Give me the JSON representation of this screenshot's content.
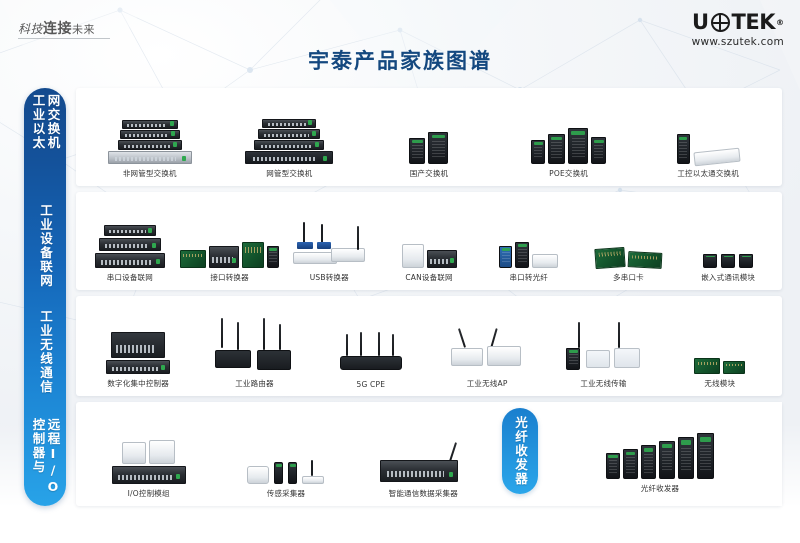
{
  "header": {
    "slogan_thin": "科技",
    "slogan_bold": "连接",
    "slogan_tail": "未来",
    "title": "宇泰产品家族图谱",
    "brand_left": "U",
    "brand_right": "TEK",
    "brand_reg": "®",
    "brand_url": "www.szutek.com",
    "globe_icon": "globe-icon"
  },
  "colors": {
    "brand_blue": "#14487f",
    "rail_top": "#134a8e",
    "rail_bottom": "#28a3e8",
    "panel_bg": "#ffffff",
    "page_bg": "#f2f4f7",
    "label_text": "#333333"
  },
  "categories": [
    {
      "id": "industrial-ethernet-switch",
      "col_right": "网交换机",
      "col_left": "工业以太"
    },
    {
      "id": "industrial-device-networking",
      "col_right": "工业设备联网",
      "col_left": ""
    },
    {
      "id": "industrial-wireless-comm",
      "col_right": "工业无线通信",
      "col_left": ""
    },
    {
      "id": "remote-io-controller",
      "col_right": "远程I/O",
      "col_left": "控制器与"
    }
  ],
  "fiber_section": {
    "id": "fiber-transceiver",
    "rail_label": "光纤收发器",
    "product_label": "光纤收发器"
  },
  "rows": [
    {
      "id": "row-switches",
      "items": [
        {
          "label": "非网管型交换机",
          "art": "rack-switch-stack"
        },
        {
          "label": "网管型交换机",
          "art": "rack-switch-stack2"
        },
        {
          "label": "国产交换机",
          "art": "din-switch-pair"
        },
        {
          "label": "POE交换机",
          "art": "din-poe-group"
        },
        {
          "label": "工控以太通交换机",
          "art": "slim-switch-pair"
        }
      ]
    },
    {
      "id": "row-device-networking",
      "items": [
        {
          "label": "串口设备联网",
          "art": "serial-server-stack"
        },
        {
          "label": "接口转换器",
          "art": "converter-board-group"
        },
        {
          "label": "USB转换器",
          "art": "usb-converter-group"
        },
        {
          "label": "CAN设备联网",
          "art": "can-gateway-pair"
        },
        {
          "label": "串口转光纤",
          "art": "serial-fiber-group"
        },
        {
          "label": "多串口卡",
          "art": "multi-serial-card"
        },
        {
          "label": "嵌入式通讯模块",
          "art": "embedded-module-group"
        }
      ]
    },
    {
      "id": "row-wireless",
      "items": [
        {
          "label": "数字化集中控制器",
          "art": "digital-controller"
        },
        {
          "label": "工业路由器",
          "art": "industrial-router-group"
        },
        {
          "label": "5G CPE",
          "art": "cpe-device"
        },
        {
          "label": "工业无线AP",
          "art": "wireless-ap-group"
        },
        {
          "label": "工业无线传输",
          "art": "wireless-transmit-group"
        },
        {
          "label": "无线模块",
          "art": "wireless-module-card"
        }
      ]
    },
    {
      "id": "row-remote-io",
      "items": [
        {
          "label": "I/O控制模组",
          "art": "io-control-module"
        },
        {
          "label": "传感采集器",
          "art": "sensor-collector-group"
        },
        {
          "label": "智能通信数据采集器",
          "art": "smart-data-collector"
        }
      ]
    }
  ]
}
